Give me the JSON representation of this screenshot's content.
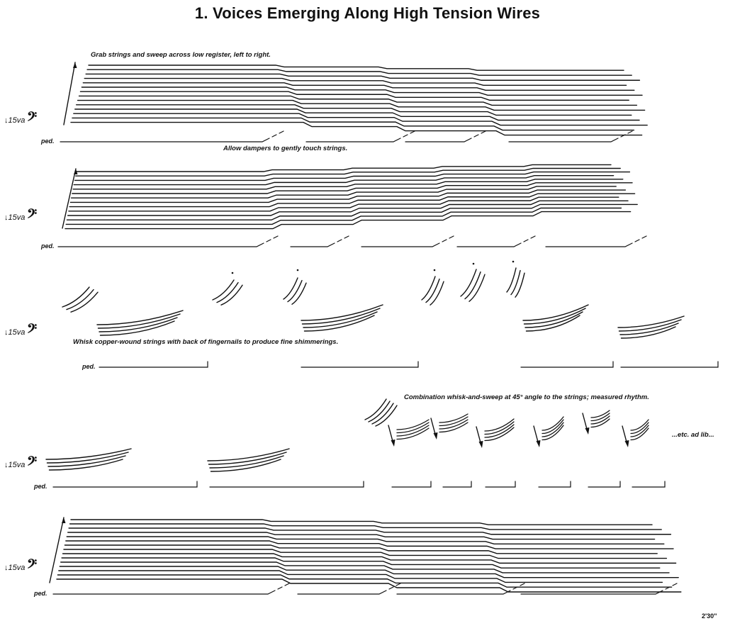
{
  "title": "1. Voices Emerging Along High Tension Wires",
  "octave_marking": "15va",
  "clef_symbol": "𝄢",
  "pedal_label": "ped.",
  "instructions": {
    "sweep": "Grab strings and sweep across low register, left to right.",
    "dampers": "Allow dampers to gently touch strings.",
    "whisk": "Whisk copper-wound strings with back of fingernails to produce fine shimmerings.",
    "combination": "Combination whisk-and-sweep at 45° angle to the strings; measured rhythm.",
    "etc": "...etc. ad lib..."
  },
  "duration": "2'30''"
}
